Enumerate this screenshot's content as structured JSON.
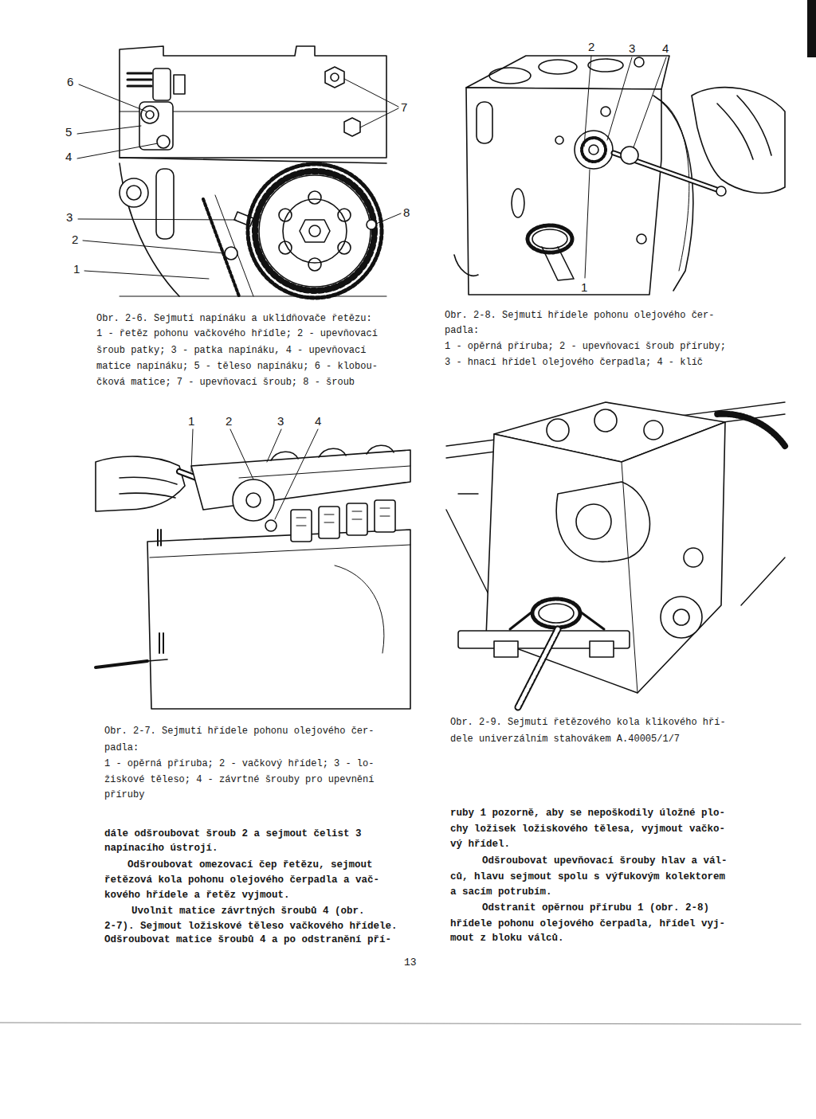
{
  "diagram": {
    "labels": [
      "6",
      "5",
      "4",
      "3",
      "2",
      "1",
      "7",
      "8",
      "2",
      "3",
      "4",
      "1",
      "Obr. 2-6. Sejmutí napínáku a uklidňovače řetězu:",
      "1 - řetěz pohonu vačkového hřídle; 2 - upevňovací",
      "šroub patky; 3 - patka napínáku, 4 - upevňovací",
      "matice napínáku; 5 - těleso napínáku; 6 - klobou-",
      "čková matice; 7 - upevňovací šroub; 8 - šroub",
      "Obr. 2-8. Sejmutí hřídele pohonu olejového čer-",
      "padla:",
      "1 - opěrná příruba; 2 - upevňovací šroub příruby;",
      "3 - hnací hřídel olejového čerpadla; 4 - klíč",
      "1",
      "2",
      "3",
      "4",
      "Obr. 2-7. Sejmutí hřídele pohonu olejového čer-",
      "padla:",
      "1 - opěrná příruba; 2 - vačkový hřídel; 3 - lo-",
      "žiskové těleso; 4 - závrtné šrouby pro upevnění",
      "příruby",
      "Obr. 2-9. Sejmutí řetězového kola klikového hří-",
      "dele univerzálním stahovákem A.40005/1/7",
      "dále odšroubovat šroub 2 a sejmout čelist 3",
      "napínacího ústrojí.",
      "Odšroubovat omezovací čep řetězu, sejmout",
      "řetězová kola pohonu olejového čerpadla a vač-",
      "kového hřídele a řetěz vyjmout.",
      "Uvolnit matice závrtných šroubů 4 (obr.",
      "2-7). Sejmout ložiskové těleso vačkového hřídele.",
      "Odšroubovat matice šroubů 4 a po odstranění pří-",
      "ruby 1 pozorně, aby se nepoškodily úložné plo-",
      "chy ložisek ložiskového tělesa, vyjmout vačko-",
      "vý hřídel.",
      "Odšroubovat upevňovací šrouby hlav a vál-",
      "ců, hlavu sejmout spolu s výfukovým kolektorem",
      "a sacím potrubím.",
      "Odstranit opěrnou přírubu 1 (obr. 2-8)",
      "hřídele pohonu olejového čerpadla, hřídel vyj-",
      "mout z bloku válců.",
      "13"
    ]
  }
}
